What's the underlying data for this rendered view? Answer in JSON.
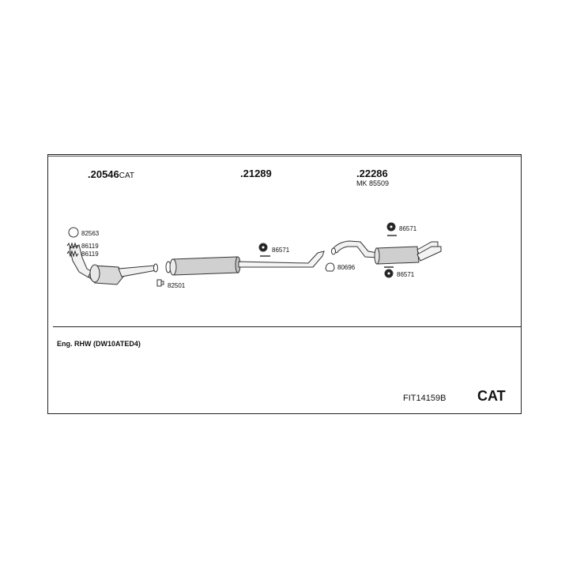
{
  "parts": {
    "p1_number": ".20546",
    "p1_suffix": "CAT",
    "p2_number": ".21289",
    "p3_number": ".22286",
    "p3_kit": "MK 85509"
  },
  "labels": {
    "l82563": "82563",
    "l86119a": "86119",
    "l86119b": "86119",
    "l82501": "82501",
    "l86571a": "86571",
    "l80696": "80696",
    "l86571b": "86571",
    "l86571c": "86571"
  },
  "footer": {
    "engine": "Eng. RHW (DW10ATED4)",
    "code": "FIT14159B",
    "title": "CAT"
  }
}
